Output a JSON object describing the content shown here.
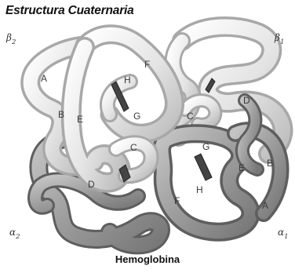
{
  "title": "Estructura Cuaternaria",
  "caption": "Hemoglobina",
  "subunits": {
    "beta2": {
      "symbol": "β",
      "sub": "2"
    },
    "beta1": {
      "symbol": "β",
      "sub": "1"
    },
    "alpha2": {
      "symbol": "α",
      "sub": "2"
    },
    "alpha1": {
      "symbol": "α",
      "sub": "1"
    }
  },
  "helix_labels": {
    "beta2": [
      "A",
      "B",
      "E",
      "F",
      "H",
      "G",
      "C",
      "D"
    ],
    "beta1": [
      "C",
      "D"
    ],
    "alpha1": [
      "G",
      "E",
      "B",
      "H",
      "F",
      "A"
    ]
  },
  "colors": {
    "light_chain": "#e6e6e6",
    "light_shadow": "#a8a8a8",
    "dark_chain": "#9a9a9a",
    "dark_shadow": "#5e5e5e",
    "heme": "#444444"
  }
}
